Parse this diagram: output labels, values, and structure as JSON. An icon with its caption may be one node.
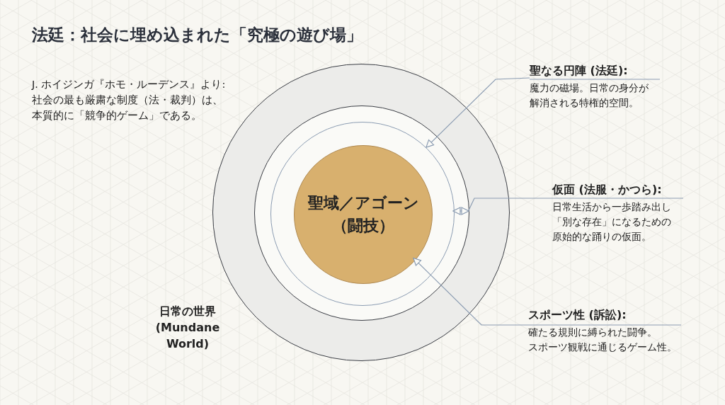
{
  "diagram": {
    "title": "法廷：社会に埋め込まれた「究極の遊び場」",
    "nodes": [
      {
        "text": [],
        "shape": "circle"
      },
      {
        "text": [],
        "shape": "circle",
        "in": 0
      },
      {
        "text": [],
        "shape": "circle",
        "in": 1
      },
      {
        "text": [
          "聖域／アゴーン（闘技）"
        ],
        "in": 2
      },
      {
        "text": [
          "聖なる円陣 (法廷):",
          "魔力の磁場。日常の身分が解消される特権的空間。"
        ]
      },
      {
        "text": [
          "仮面 (法服・かつら):",
          "日常生活から一歩踏み出し「別な存在」になるための原始的な踊りの仮面。"
        ]
      },
      {
        "text": [
          "スポーツ性 (訴訟):",
          "確たる規則に縛られた闘争。スポーツ観戦に通じるゲーム性。"
        ]
      }
    ],
    "edges": [
      {
        "from": 4,
        "to": 2,
        "arrow": "to"
      },
      {
        "from": 5,
        "to": 1,
        "arrow": "none"
      },
      {
        "from": 2,
        "to": 1,
        "arrow": "both"
      },
      {
        "from": 6,
        "to": 3,
        "arrow": "to"
      }
    ],
    "labels": [
      "J. ホイジンガ『ホモ・ルーデンス』より:",
      "社会の最も厳粛な制度（法・裁判）は、本質的に「競争的ゲーム」である。",
      "日常の世界 (Mundane World)"
    ]
  }
}
